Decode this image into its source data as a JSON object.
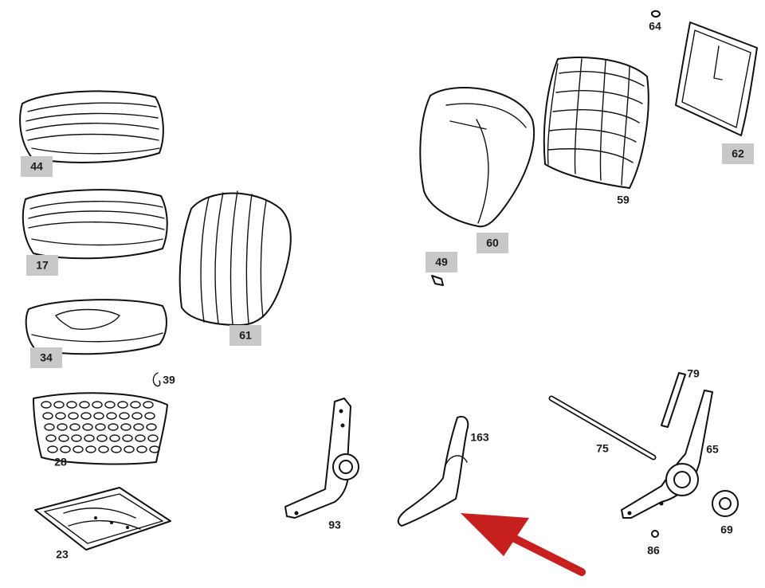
{
  "colors": {
    "ink": "#111111",
    "callout_box": "#c8c8c8",
    "arrow": "#c8201e",
    "background": "#ffffff"
  },
  "parts": [
    {
      "id": "44",
      "label": "44",
      "boxed": true
    },
    {
      "id": "17",
      "label": "17",
      "boxed": true
    },
    {
      "id": "34",
      "label": "34",
      "boxed": true
    },
    {
      "id": "61",
      "label": "61",
      "boxed": true
    },
    {
      "id": "60",
      "label": "60",
      "boxed": true
    },
    {
      "id": "49",
      "label": "49",
      "boxed": true
    },
    {
      "id": "62",
      "label": "62",
      "boxed": true
    },
    {
      "id": "59",
      "label": "59",
      "boxed": false
    },
    {
      "id": "64",
      "label": "64",
      "boxed": false
    },
    {
      "id": "39",
      "label": "39",
      "boxed": false
    },
    {
      "id": "28",
      "label": "28",
      "boxed": false
    },
    {
      "id": "23",
      "label": "23",
      "boxed": false
    },
    {
      "id": "93",
      "label": "93",
      "boxed": false
    },
    {
      "id": "163",
      "label": "163",
      "boxed": false
    },
    {
      "id": "75",
      "label": "75",
      "boxed": false
    },
    {
      "id": "79",
      "label": "79",
      "boxed": false
    },
    {
      "id": "65",
      "label": "65",
      "boxed": false
    },
    {
      "id": "69",
      "label": "69",
      "boxed": false
    },
    {
      "id": "86",
      "label": "86",
      "boxed": false
    }
  ],
  "highlight_arrow": {
    "points_to": "163",
    "icon": "red-arrow-icon"
  }
}
